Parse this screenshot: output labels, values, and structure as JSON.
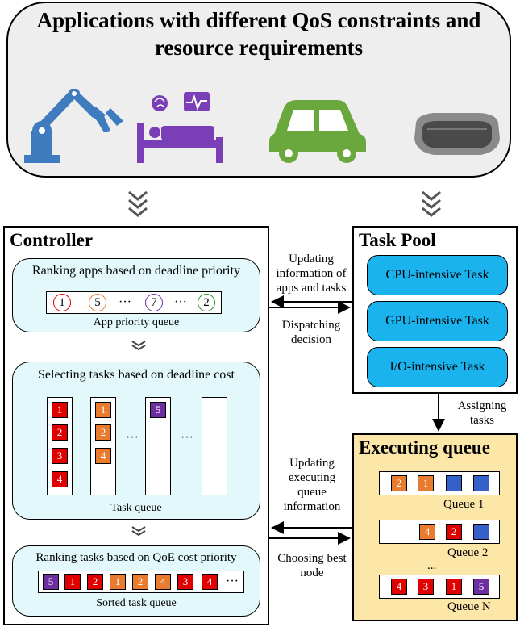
{
  "apps": {
    "title": "Applications with different QoS constraints and resource requirements",
    "icons": [
      "robot-arm-icon",
      "patient-bed-monitor-icon",
      "car-icon",
      "vr-headset-icon"
    ]
  },
  "controller": {
    "title": "Controller",
    "rank_apps": {
      "title": "Ranking apps based on deadline priority",
      "queue_items": [
        "1",
        "5",
        "···",
        "7",
        "···",
        "2"
      ],
      "caption": "App priority queue"
    },
    "select_tasks": {
      "title": "Selecting tasks based on deadline cost",
      "col1": [
        "1",
        "2",
        "3",
        "4"
      ],
      "col2": [
        "1",
        "2",
        "4"
      ],
      "col3": [
        "5"
      ],
      "dots": "···",
      "caption": "Task queue"
    },
    "rank_tasks": {
      "title": "Ranking tasks based on QoE cost priority",
      "sorted_items": [
        "5",
        "1",
        "2",
        "1",
        "2",
        "4",
        "3",
        "4"
      ],
      "dots": "···",
      "caption": "Sorted task queue"
    }
  },
  "taskpool": {
    "title": "Task Pool",
    "tasks": [
      "CPU-intensive Task",
      "GPU-intensive Task",
      "I/O-intensive Task"
    ]
  },
  "execq": {
    "title": "Executing queue",
    "queue1_items": [
      "2",
      "1",
      "",
      ""
    ],
    "queue1_label": "Queue 1",
    "queue2_items": [
      "4",
      "2",
      ""
    ],
    "queue2_label": "Queue 2",
    "ellipsis": "...",
    "queueN_items": [
      "4",
      "3",
      "1",
      "5"
    ],
    "queueN_label": "Queue N"
  },
  "arrows": {
    "updating_info": "Updating information of apps and tasks",
    "dispatching": "Dispatching decision",
    "assigning": "Assigning tasks",
    "updating_exec": "Updating executing queue information",
    "choosing": "Choosing best node"
  },
  "colors": {
    "app_circle_colors": [
      "#e00000",
      "#e87b2d",
      "#6d2f9f",
      "#2e8b2e"
    ],
    "task_red": "#e00000",
    "task_orange": "#e87b2d",
    "task_purple": "#6d2f9f",
    "task_blue": "#3460c8",
    "pill_blue": "#1bb3ee",
    "section_bg": "#e2f8fb",
    "exec_bg": "#fde7a8"
  }
}
